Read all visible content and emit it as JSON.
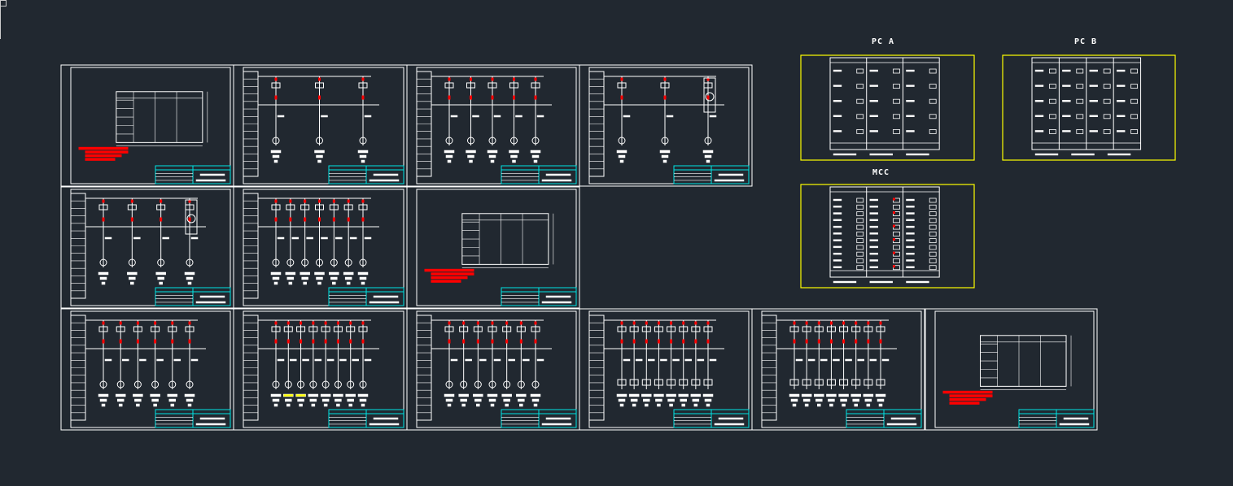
{
  "panels": {
    "pc_a": {
      "title": "PC A"
    },
    "pc_b": {
      "title": "PC B"
    },
    "mcc": {
      "title": "MCC"
    }
  },
  "colors": {
    "background": "#212830",
    "line": "#ffffff",
    "title_block": "#00e5e5",
    "annotation": "#ff0000",
    "panel_frame": "#ffff00"
  }
}
